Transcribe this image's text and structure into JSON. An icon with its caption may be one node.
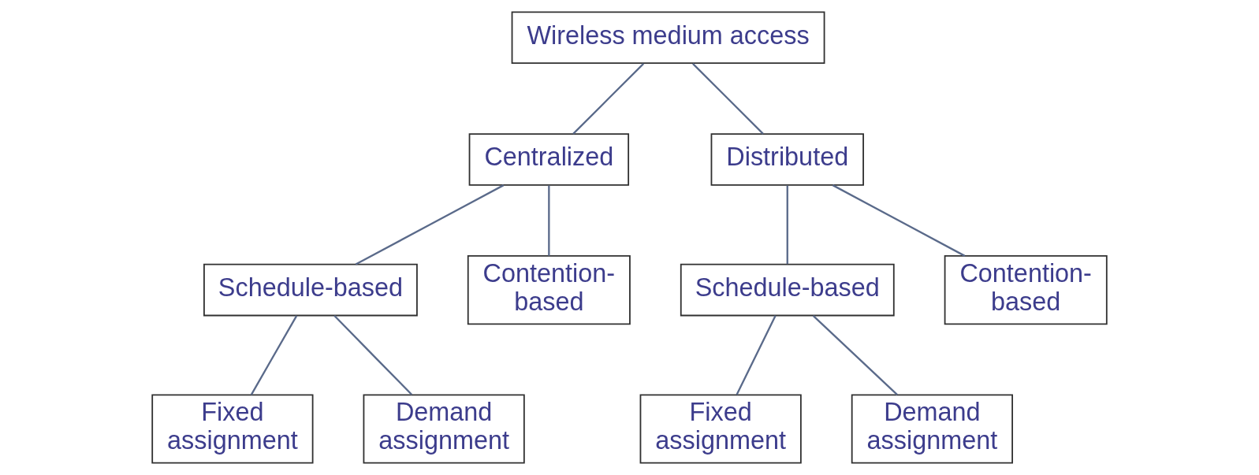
{
  "diagram": {
    "nodes": [
      {
        "text": [
          "Wireless medium access"
        ]
      },
      {
        "text": [
          "Centralized"
        ]
      },
      {
        "text": [
          "Distributed"
        ]
      },
      {
        "text": [
          "Schedule-based"
        ]
      },
      {
        "text": [
          "Contention-based"
        ]
      },
      {
        "text": [
          "Fixed assignment"
        ]
      },
      {
        "text": [
          "Demand assignment"
        ]
      },
      {
        "text": [
          "Schedule-based"
        ]
      },
      {
        "text": [
          "Contention-based"
        ]
      },
      {
        "text": [
          "Fixed assignment"
        ]
      },
      {
        "text": [
          "Demand assignment"
        ]
      }
    ],
    "edges": [
      {
        "from": 0,
        "to": 1,
        "arrow": "none"
      },
      {
        "from": 0,
        "to": 2,
        "arrow": "none"
      },
      {
        "from": 1,
        "to": 3,
        "arrow": "none"
      },
      {
        "from": 1,
        "to": 4,
        "arrow": "none"
      },
      {
        "from": 3,
        "to": 5,
        "arrow": "none"
      },
      {
        "from": 3,
        "to": 6,
        "arrow": "none"
      },
      {
        "from": 2,
        "to": 7,
        "arrow": "none"
      },
      {
        "from": 2,
        "to": 8,
        "arrow": "none"
      },
      {
        "from": 7,
        "to": 9,
        "arrow": "none"
      },
      {
        "from": 7,
        "to": 10,
        "arrow": "none"
      }
    ]
  }
}
